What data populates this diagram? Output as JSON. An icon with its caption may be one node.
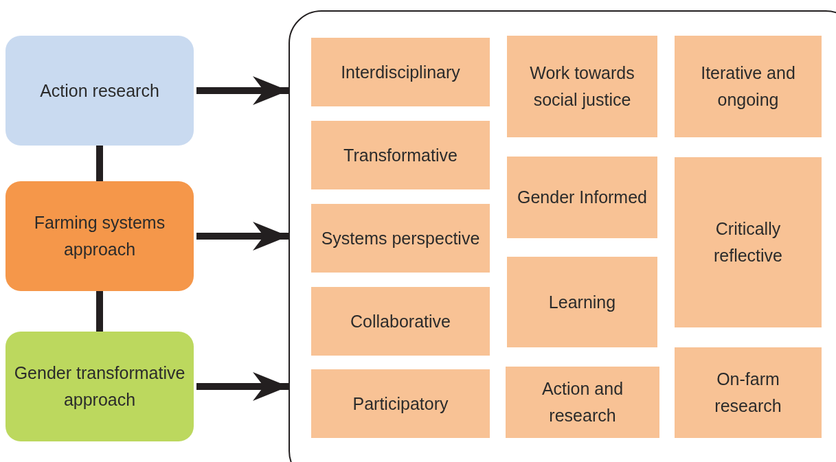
{
  "diagram": {
    "nodes": [
      {
        "text": [
          "Action research"
        ]
      },
      {
        "text": [
          "Farming systems approach"
        ]
      },
      {
        "text": [
          "Gender transformative approach"
        ]
      },
      {
        "text": [],
        "shape": "box"
      },
      {
        "text": [
          "Interdisciplinary"
        ],
        "in": 3
      },
      {
        "text": [
          "Transformative"
        ],
        "in": 3
      },
      {
        "text": [
          "Systems perspective"
        ],
        "in": 3
      },
      {
        "text": [
          "Collaborative"
        ],
        "in": 3
      },
      {
        "text": [
          "Participatory"
        ],
        "in": 3
      },
      {
        "text": [
          "Work towards social justice"
        ],
        "in": 3
      },
      {
        "text": [
          "Gender Informed"
        ],
        "in": 3
      },
      {
        "text": [
          "Learning"
        ],
        "in": 3
      },
      {
        "text": [
          "Action and research"
        ],
        "in": 3
      },
      {
        "text": [
          "Iterative and ongoing"
        ],
        "in": 3
      },
      {
        "text": [
          "Critically reflective"
        ],
        "in": 3
      },
      {
        "text": [
          "On-farm research"
        ],
        "in": 3
      }
    ],
    "edges": [
      {
        "from": 0,
        "to": 1,
        "arrow": "none"
      },
      {
        "from": 1,
        "to": 2,
        "arrow": "none"
      },
      {
        "from": 0,
        "to": 3,
        "arrow": "to"
      },
      {
        "from": 1,
        "to": 3,
        "arrow": "to"
      },
      {
        "from": 2,
        "to": 3,
        "arrow": "to"
      }
    ]
  }
}
